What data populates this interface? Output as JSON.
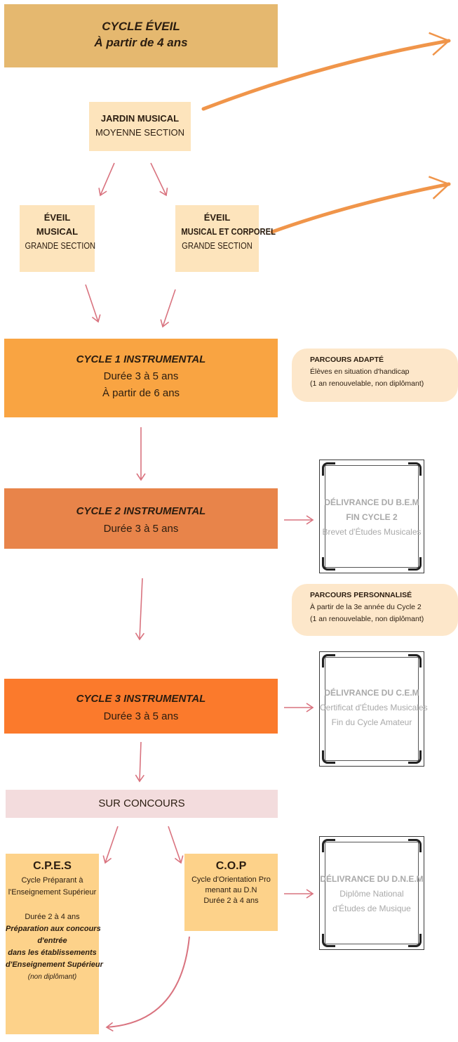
{
  "cycle_eveil": {
    "line1": "CYCLE ÉVEIL",
    "line2": "À partir de 4 ans"
  },
  "jardin_musical": {
    "title": "JARDIN MUSICAL",
    "sub": "MOYENNE SECTION"
  },
  "eveil_musical": {
    "line1": "ÉVEIL",
    "line2": "MUSICAL",
    "sub": "GRANDE SECTION"
  },
  "eveil_corporel": {
    "line1": "ÉVEIL",
    "line2": "MUSICAL ET CORPOREL",
    "sub": "GRANDE SECTION"
  },
  "cycle1": {
    "title": "CYCLE 1 INSTRUMENTAL",
    "duree": "Durée 3 à 5 ans",
    "age": "À partir de 6 ans"
  },
  "parcours_adapte": {
    "title": "PARCOURS ADAPTÉ",
    "line1": "Élèves en situation d'handicap",
    "line2": "(1 an renouvelable, non diplômant)"
  },
  "cycle2": {
    "title": "CYCLE 2 INSTRUMENTAL",
    "duree": "Durée 3 à 5 ans"
  },
  "cert_bem": {
    "line1": "DÉLIVRANCE DU B.E.M",
    "line2": "FIN CYCLE 2",
    "line3": "Brevet d'Études Musicales"
  },
  "parcours_perso": {
    "title": "PARCOURS PERSONNALISÉ",
    "line1": "À partir de la 3e année du Cycle 2",
    "line2": "(1 an renouvelable, non diplômant)"
  },
  "cycle3": {
    "title": "CYCLE 3 INSTRUMENTAL",
    "duree": "Durée 3 à 5 ans"
  },
  "cert_cem": {
    "line1": "DÉLIVRANCE DU C.E.M",
    "line2": "Certificat d'Études Musicales",
    "line3": "Fin du Cycle Amateur"
  },
  "sur_concours": "SUR CONCOURS",
  "cpes": {
    "title": "C.P.E.S",
    "desc1": "Cycle Préparant à",
    "desc2": "l'Enseignement Supérieur",
    "duree": "Durée 2 à 4 ans",
    "prep1": "Préparation aux concours",
    "prep2": "d'entrée",
    "prep3": "dans les établissements",
    "prep4": "d'Enseignement Supérieur",
    "note": "(non diplômant)"
  },
  "cop": {
    "title": "C.O.P",
    "line1": "Cycle d'Orientation Pro",
    "line2": "menant au D.N",
    "line3": "Durée 2 à 4 ans"
  },
  "cert_dnem": {
    "line1": "DÉLIVRANCE DU D.N.E.M",
    "line2": "Diplôme National",
    "line3": "d'Études de Musique"
  },
  "colors": {
    "arrow_pink": "#d9737f",
    "arrow_orange": "#f0954a"
  }
}
